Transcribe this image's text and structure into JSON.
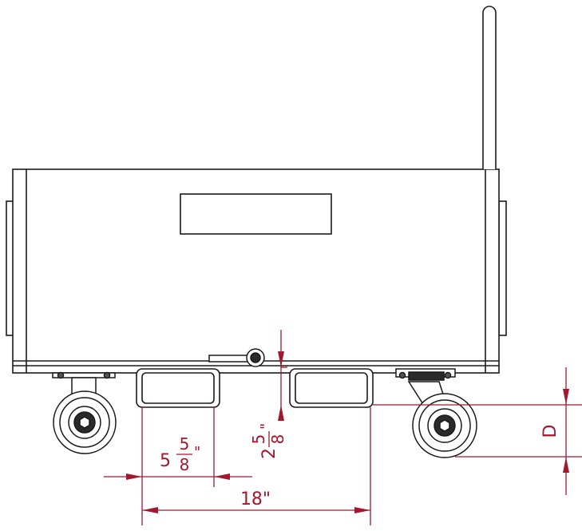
{
  "colors": {
    "line": "#1a1a1a",
    "dimension": "#a3182c",
    "fill": "#ffffff"
  },
  "dimensions": {
    "pocket_width": {
      "whole": "5",
      "numerator": "5",
      "denominator": "8",
      "unit": "\""
    },
    "pocket_height": {
      "whole": "2",
      "numerator": "5",
      "denominator": "8",
      "unit": "\""
    },
    "pocket_span": "18\"",
    "ground_clearance": "D"
  }
}
